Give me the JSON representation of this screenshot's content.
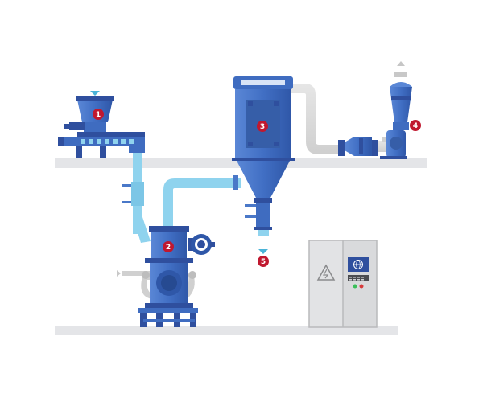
{
  "markers": {
    "feeder": "1",
    "mill": "2",
    "cyclone": "3",
    "fan": "4",
    "outlet": "5"
  },
  "colors": {
    "equipment_blue": "#3f6cc0",
    "equipment_dark": "#2f4f9e",
    "pipe_light_blue": "#8fd3ee",
    "pipe_grey": "#dcdcdc",
    "floor_grey": "#e4e5e8",
    "cabinet_grey": "#d9dadc",
    "marker_red": "#c0182f",
    "flow_arrow_teal": "#4ab4d8"
  },
  "icons": {
    "warning": "high-voltage-warning-icon",
    "screen": "globe-display-icon"
  }
}
